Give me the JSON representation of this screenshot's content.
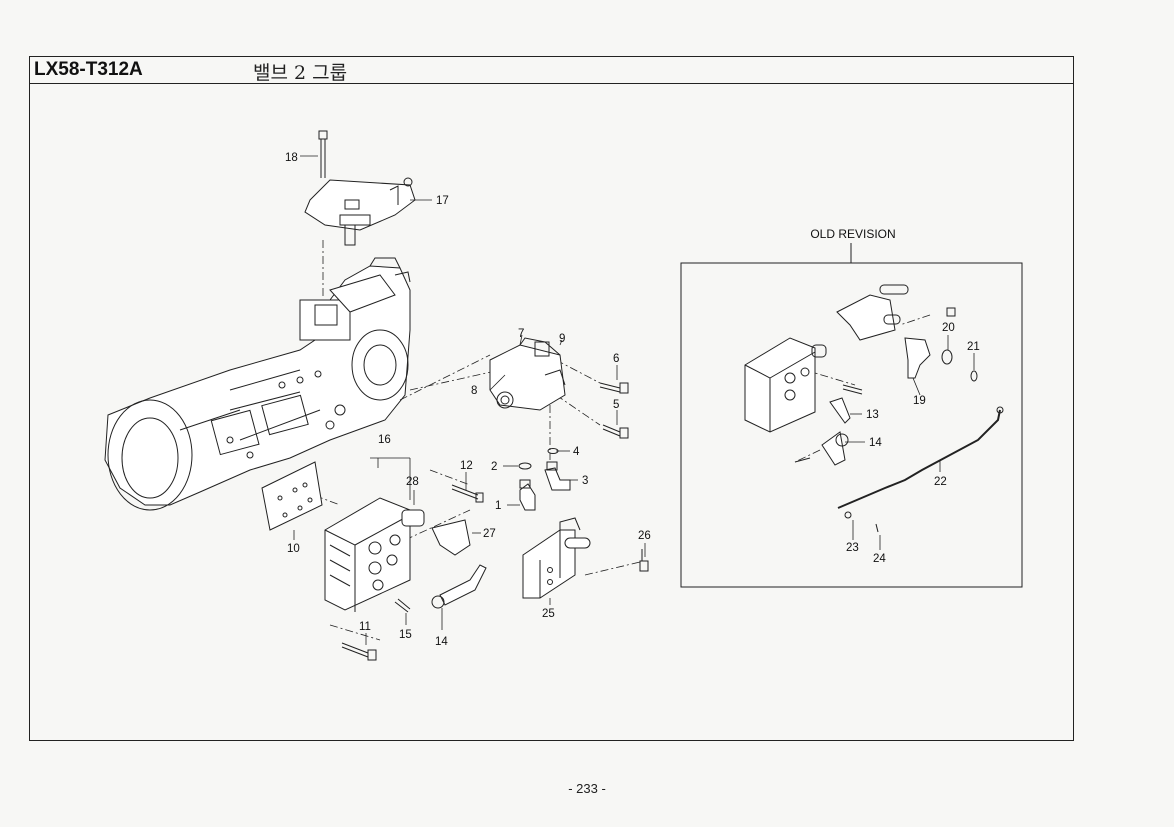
{
  "header": {
    "code": "LX58-T312A",
    "title": "밸브 2 그룹"
  },
  "old_revision": {
    "label": "OLD REVISION"
  },
  "callouts": {
    "c1": "1",
    "c2": "2",
    "c3": "3",
    "c4": "4",
    "c5": "5",
    "c6": "6",
    "c7": "7",
    "c8": "8",
    "c9": "9",
    "c10": "10",
    "c11": "11",
    "c12": "12",
    "c13": "13",
    "c14a": "14",
    "c14b": "14",
    "c15": "15",
    "c16": "16",
    "c17": "17",
    "c18": "18",
    "c19": "19",
    "c20": "20",
    "c21": "21",
    "c22": "22",
    "c23": "23",
    "c24": "24",
    "c25": "25",
    "c26": "26",
    "c27": "27",
    "c28": "28"
  },
  "footer": {
    "page": "- 233 -"
  }
}
